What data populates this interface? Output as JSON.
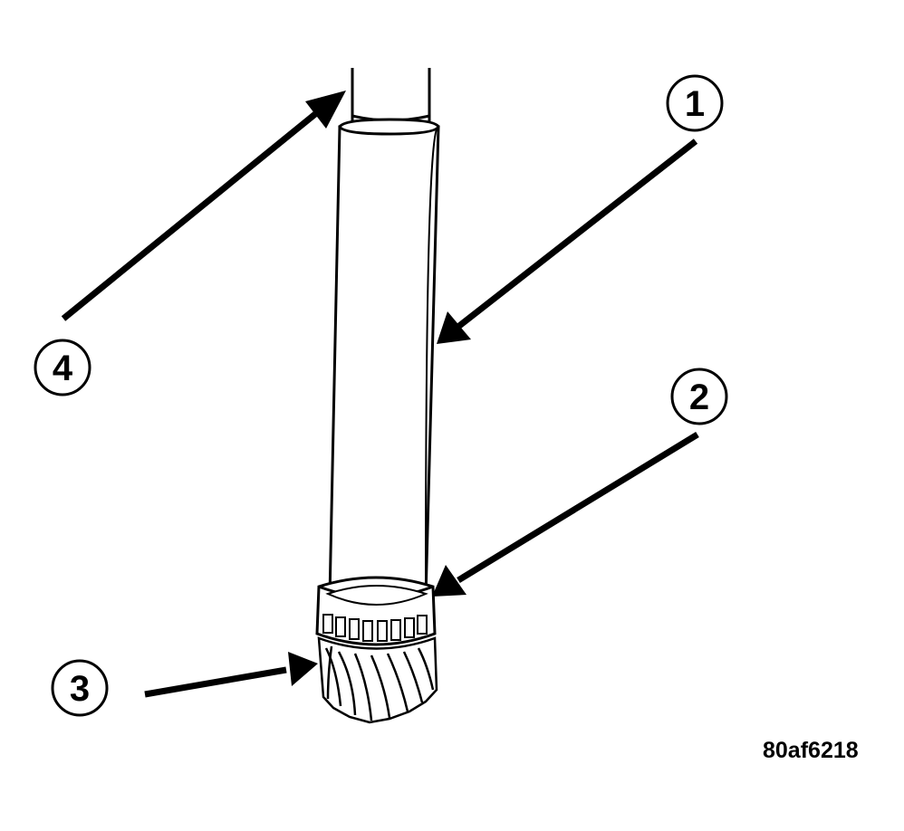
{
  "callouts": {
    "c1": "1",
    "c2": "2",
    "c3": "3",
    "c4": "4"
  },
  "figure_code": "80af6218",
  "colors": {
    "line": "#000000",
    "background": "#ffffff"
  }
}
